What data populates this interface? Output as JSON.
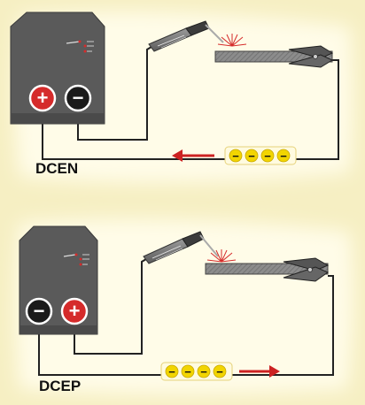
{
  "panels": [
    {
      "label": "DCEN",
      "left_terminal": "+",
      "right_terminal": "−",
      "charge_symbols": [
        "−",
        "−",
        "−",
        "−"
      ],
      "arrow_direction": "left",
      "colors": {
        "positive": "#d52b2b",
        "negative": "#1a1a1a",
        "arrow": "#cc2222",
        "charge": "#f2d500"
      }
    },
    {
      "label": "DCEP",
      "left_terminal": "−",
      "right_terminal": "+",
      "charge_symbols": [
        "−",
        "−",
        "−",
        "−"
      ],
      "arrow_direction": "right",
      "colors": {
        "positive": "#d52b2b",
        "negative": "#1a1a1a",
        "arrow": "#cc2222",
        "charge": "#f2d500"
      }
    }
  ],
  "colors": {
    "background": "#f6efc3",
    "glow": "#fffce8",
    "machine": "#5a5a5a",
    "wire": "#222222",
    "workpiece": "#8a8a8a"
  }
}
